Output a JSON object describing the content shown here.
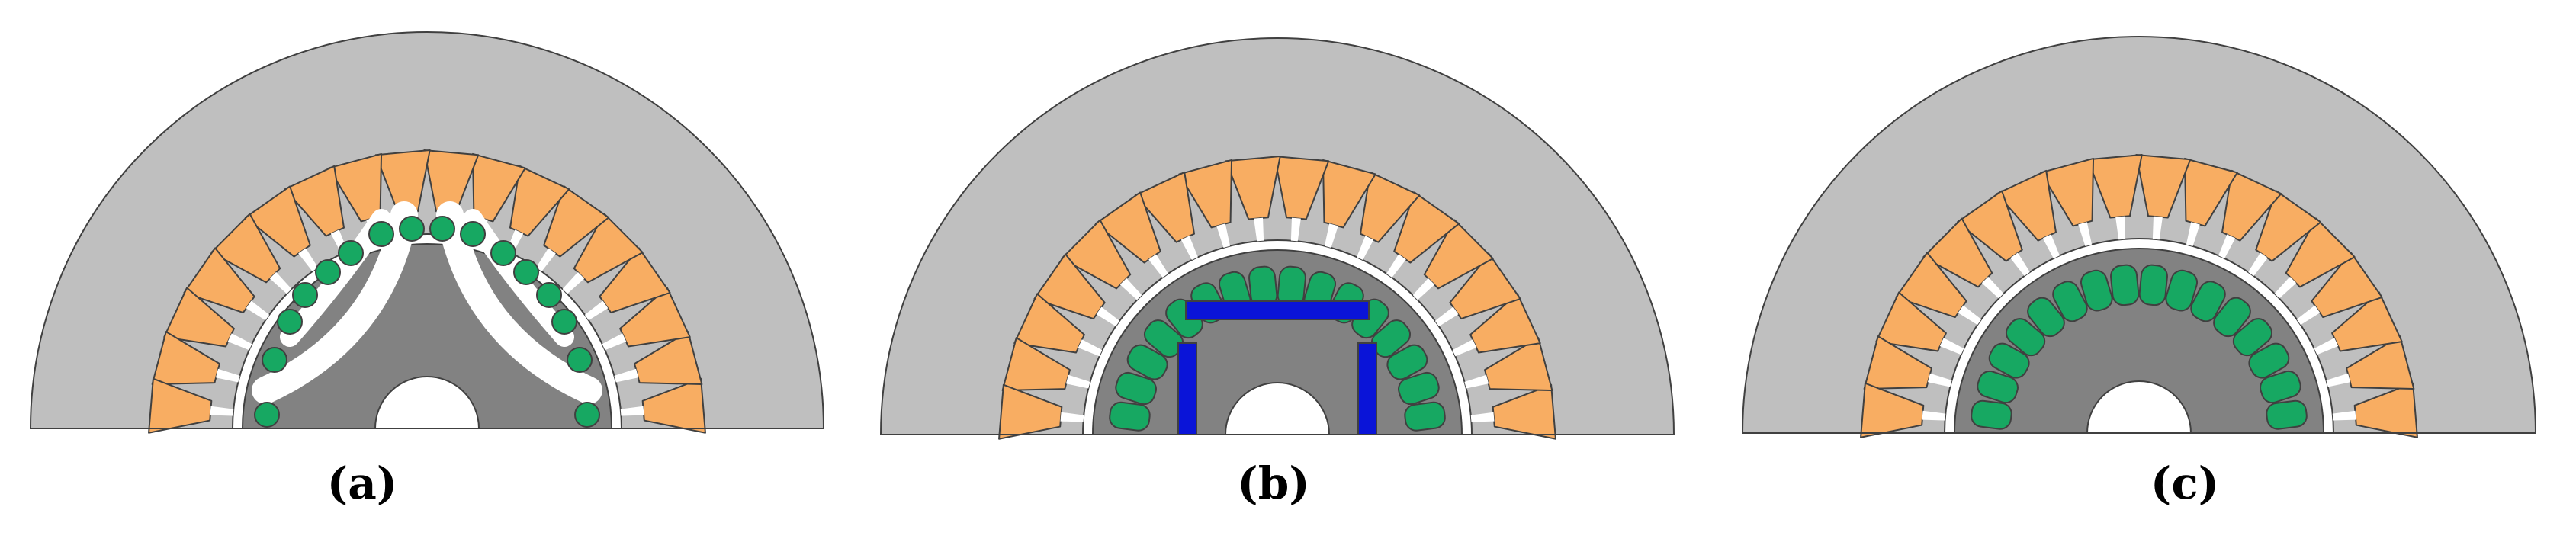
{
  "panels": [
    {
      "id": "a",
      "caption": "(a)",
      "rotor": "flux-barrier",
      "colors": {
        "stator": "#bfbfbf",
        "winding": "#f8ad62",
        "rotor": "#828282",
        "barrier": "#ffffff",
        "magnet": "#17a862",
        "outline": "#404040"
      }
    },
    {
      "id": "b",
      "caption": "(b)",
      "rotor": "bar-magnet",
      "colors": {
        "stator": "#bfbfbf",
        "winding": "#f8ad62",
        "rotor": "#828282",
        "bar": "#0a14d8",
        "magnet": "#17a862",
        "outline": "#404040"
      }
    },
    {
      "id": "c",
      "caption": "(c)",
      "rotor": "single-magnet",
      "colors": {
        "stator": "#bfbfbf",
        "winding": "#f8ad62",
        "rotor": "#828282",
        "magnet": "#17a862",
        "outline": "#404040"
      }
    }
  ],
  "stator_slot_count_visible": 18,
  "rotor_magnet_count_visible": 16
}
